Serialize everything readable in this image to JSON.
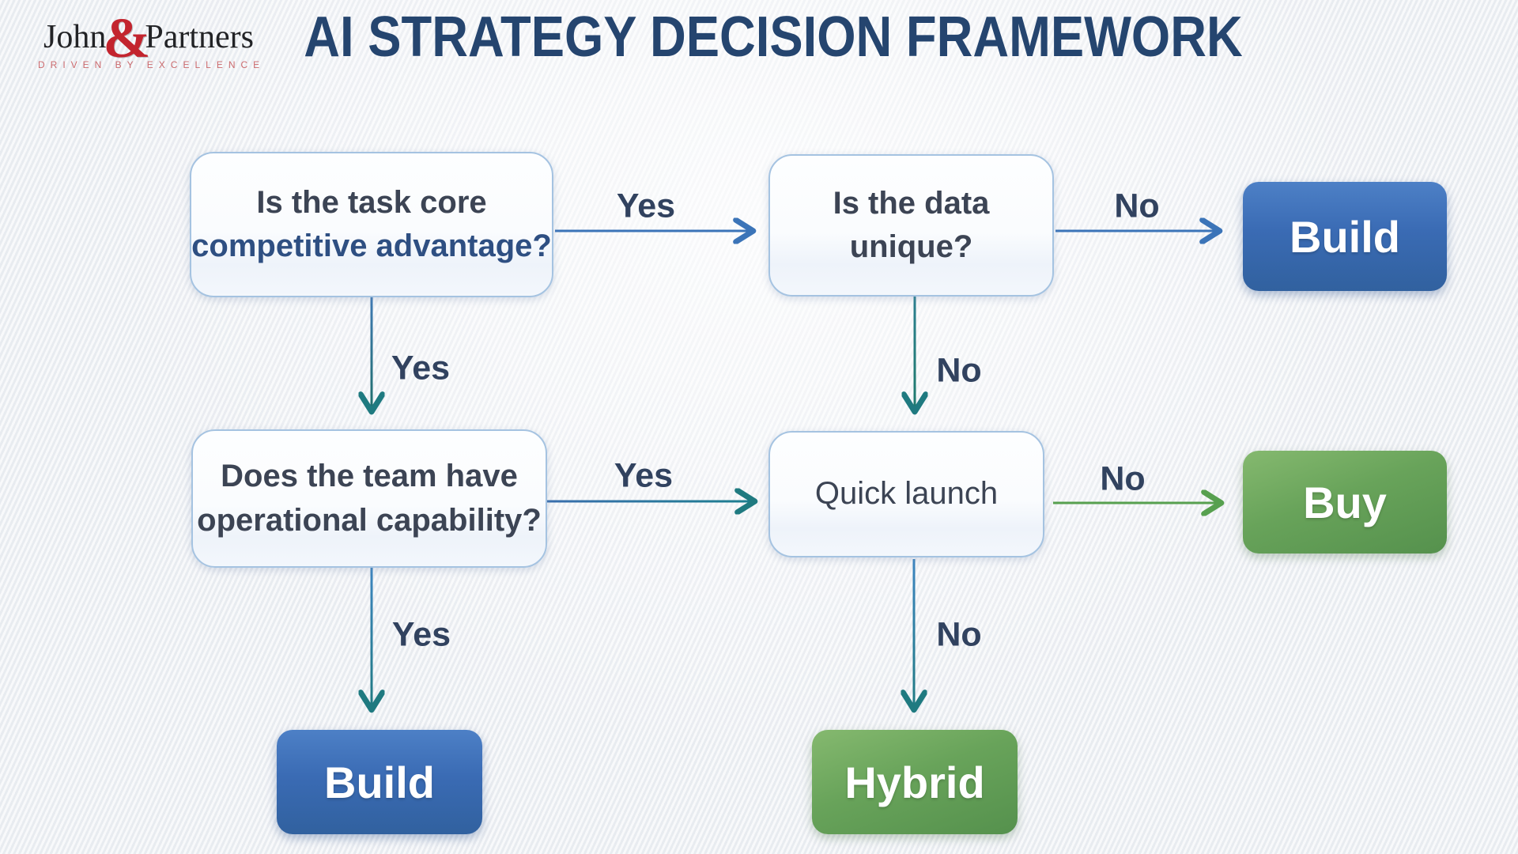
{
  "brand": {
    "name_first": "John",
    "name_amp": "&",
    "name_second": "Partners",
    "tagline": "DRIVEN BY EXCELLENCE",
    "accent_red": "#c3242e"
  },
  "title": "AI STRATEGY DECISION FRAMEWORK",
  "flowchart": {
    "questions": {
      "q1": {
        "line1": "Is the task core",
        "line2": "competitive advantage?"
      },
      "q2": {
        "line1": "Is the data",
        "line2": "unique?"
      },
      "q3": {
        "line1": "Does the team have",
        "line2": "operational capability?"
      },
      "q4": {
        "line1": "Quick launch"
      }
    },
    "outcomes": {
      "build_top": {
        "label": "Build",
        "color": "#3a6bb4"
      },
      "buy": {
        "label": "Buy",
        "color": "#68a35a"
      },
      "build_bottom": {
        "label": "Build",
        "color": "#3a6bb4"
      },
      "hybrid": {
        "label": "Hybrid",
        "color": "#68a35a"
      }
    },
    "edges": {
      "q1_q2": {
        "from": "q1",
        "to": "q2",
        "label": "Yes"
      },
      "q2_build": {
        "from": "q2",
        "to": "build_top",
        "label": "No"
      },
      "q1_q3": {
        "from": "q1",
        "to": "q3",
        "label": "Yes"
      },
      "q2_q4": {
        "from": "q2",
        "to": "q4",
        "label": "No"
      },
      "q3_q4": {
        "from": "q3",
        "to": "q4",
        "label": "Yes"
      },
      "q4_buy": {
        "from": "q4",
        "to": "buy",
        "label": "No"
      },
      "q3_build": {
        "from": "q3",
        "to": "build_bottom",
        "label": "Yes"
      },
      "q4_hybrid": {
        "from": "q4",
        "to": "hybrid",
        "label": "No"
      }
    },
    "arrow_colors": {
      "blue": "#3b74b8",
      "teal": "#1f7a80",
      "green": "#57a04f"
    },
    "title_color": "#25456f",
    "question_border": "#a5c3e1",
    "label_color": "#31425f"
  }
}
